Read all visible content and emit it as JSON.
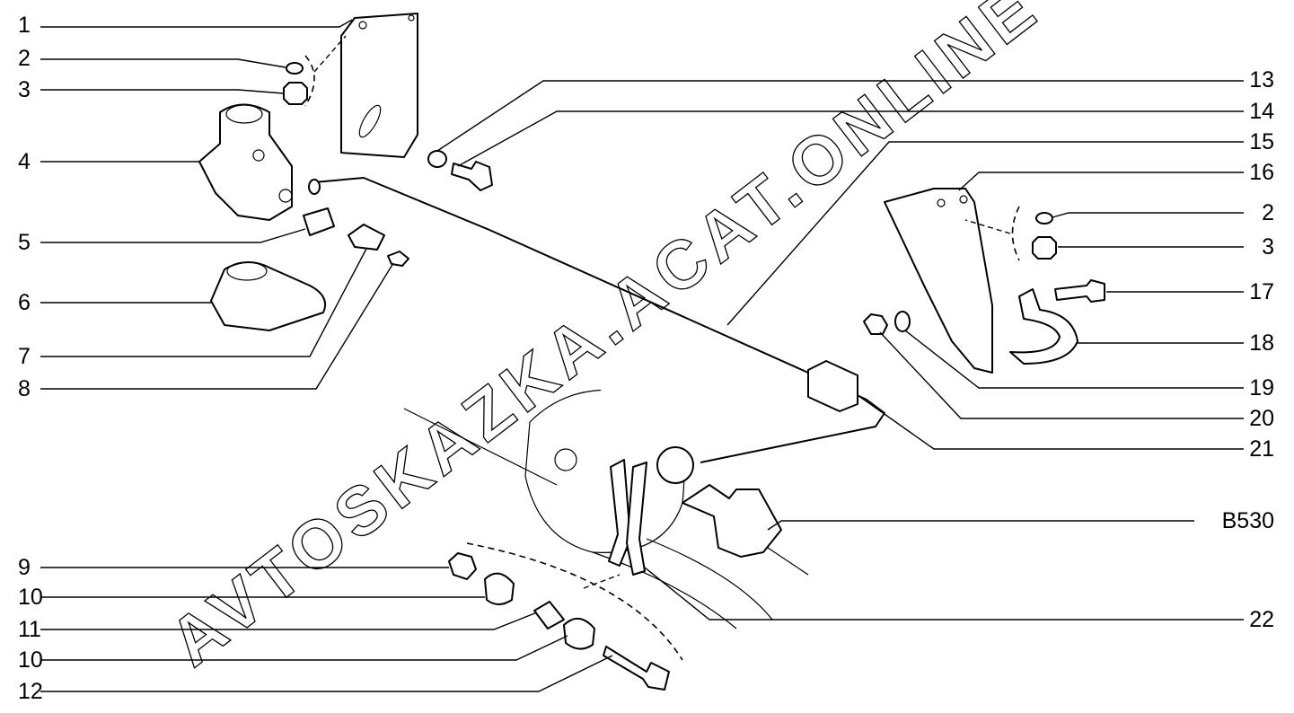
{
  "watermark": "AVTOSKAZKA.ACAT.ONLINE",
  "callouts_left": [
    "1",
    "2",
    "3",
    "4",
    "5",
    "6",
    "7",
    "8",
    "9",
    "10",
    "11",
    "10",
    "12"
  ],
  "callouts_right": [
    "13",
    "14",
    "15",
    "16",
    "2",
    "3",
    "17",
    "18",
    "19",
    "20",
    "21",
    "B530",
    "22"
  ]
}
